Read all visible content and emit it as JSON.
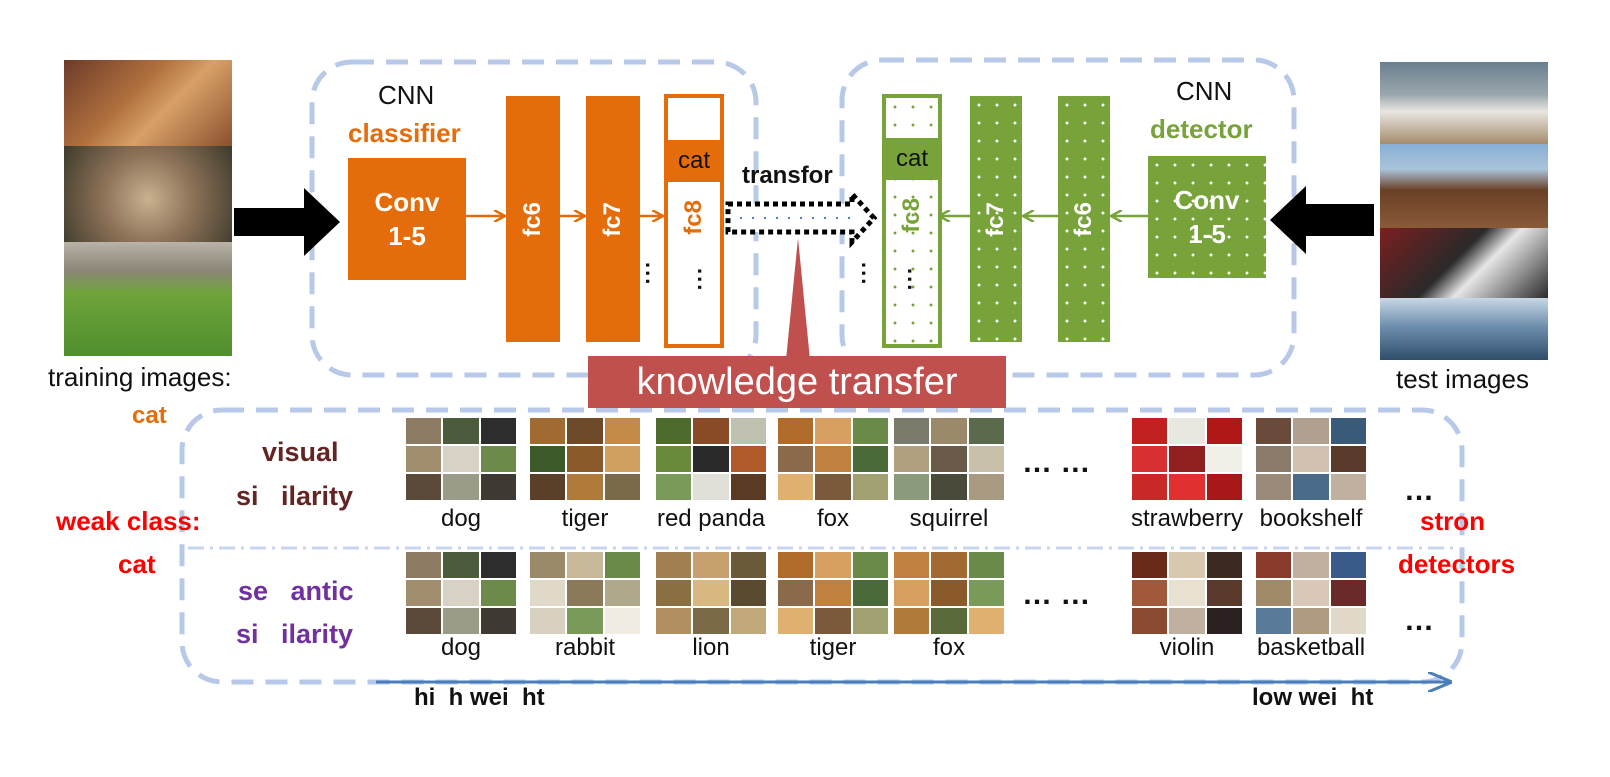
{
  "classifier": {
    "cnn_label": "CNN",
    "role_label": "classifier",
    "conv_line1": "Conv",
    "conv_line2": "1-5",
    "fc6": "fc6",
    "fc7": "fc7",
    "fc8": "fc8",
    "cat_label": "cat",
    "dots": "..."
  },
  "detector": {
    "cnn_label": "CNN",
    "role_label": "detector",
    "conv_line1": "Conv",
    "conv_line2": "1-5",
    "fc6": "fc6",
    "fc7": "fc7",
    "fc8": "fc8",
    "cat_label": "cat",
    "dots": "..."
  },
  "transfer_arrow_label": "transfor",
  "knowledge_transfer": "knowledge transfer",
  "training_images": {
    "label": "training images:",
    "class": "cat"
  },
  "test_images": {
    "label": "test images"
  },
  "left_labels": {
    "weak_class": "weak class:",
    "cat": "cat"
  },
  "right_labels": {
    "line1": "stron",
    "line2": "detectors"
  },
  "rows": {
    "visual": {
      "line1": "visual",
      "line2": "si   ilarity",
      "classes": [
        "dog",
        "tiger",
        "red panda",
        "fox",
        "squirrel",
        "strawberry",
        "bookshelf"
      ]
    },
    "semantic": {
      "line1": "se   antic",
      "line2": "si   ilarity",
      "classes": [
        "dog",
        "rabbit",
        "lion",
        "tiger",
        "fox",
        "violin",
        "basketball"
      ]
    }
  },
  "ellipsis": "… …",
  "trailing_dots": "…",
  "weight_axis": {
    "high": "hi  h wei  ht",
    "low": "low wei  ht"
  },
  "colors": {
    "orange": "#e46c0a",
    "green": "#77a33a",
    "blue_dash": "#9bb4dd",
    "red_box": "#c0504d",
    "red_text": "#ff0000",
    "purple": "#7030a0",
    "brown": "#632523",
    "axis_blue": "#4a7ebb"
  }
}
